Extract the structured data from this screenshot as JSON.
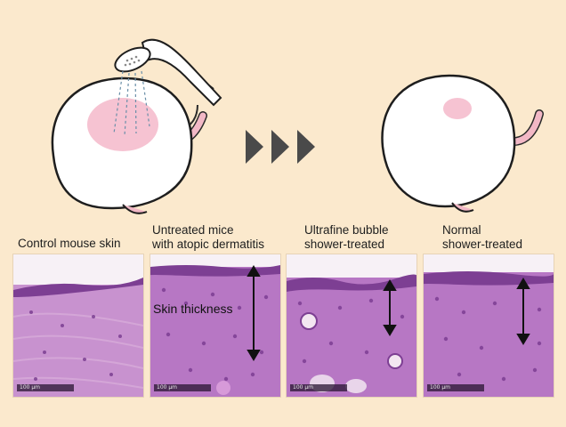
{
  "labels": {
    "control": [
      "Control mouse skin"
    ],
    "untreated": [
      "Untreated mice",
      "with atopic dermatitis"
    ],
    "ultrafine": [
      "Ultrafine bubble",
      "shower-treated"
    ],
    "normal": [
      "Normal",
      "shower-treated"
    ]
  },
  "panel_text": {
    "skin_thickness": "Skin thickness",
    "scale_bar": "100 µm"
  },
  "icons": {
    "mouse_before": "mouse-icon",
    "shower": "shower-head-icon",
    "arrows": "triple-chevron-arrow-icon",
    "mouse_after": "mouse-icon"
  },
  "colors": {
    "background": "#fbe9cd",
    "mouse_body": "#ffffff",
    "lesion": "#f6c3d2",
    "tail": "#f2b8c6",
    "arrow": "#4a4a4a",
    "tissue_base": "#b777c4",
    "tissue_dark": "#7d3f93"
  }
}
